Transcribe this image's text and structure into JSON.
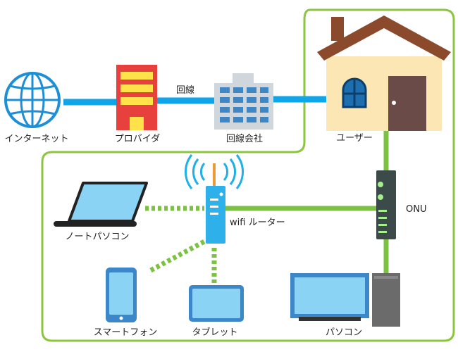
{
  "labels": {
    "internet": "インターネット",
    "provider": "プロバイダ",
    "line": "回線",
    "carrier": "回線会社",
    "user": "ユーザー",
    "onu": "ONU",
    "router": "wifi ルーター",
    "laptop": "ノートパソコン",
    "smartphone": "スマートフォン",
    "tablet": "タブレット",
    "pc": "パソコン"
  },
  "colors": {
    "fiber": "#0ea5e9",
    "lan": "#7cc242",
    "wireless": "#7cc242",
    "border": "#8cc63f",
    "provider": "#e8413d",
    "provider_stripe": "#ffe14a",
    "house_roof": "#8b4a2b",
    "house_wall": "#fbe6b4",
    "door": "#6b4b47",
    "onu": "#3d4a4a",
    "device_screen": "#6cc3f3",
    "device_frame": "#3b87c9"
  }
}
